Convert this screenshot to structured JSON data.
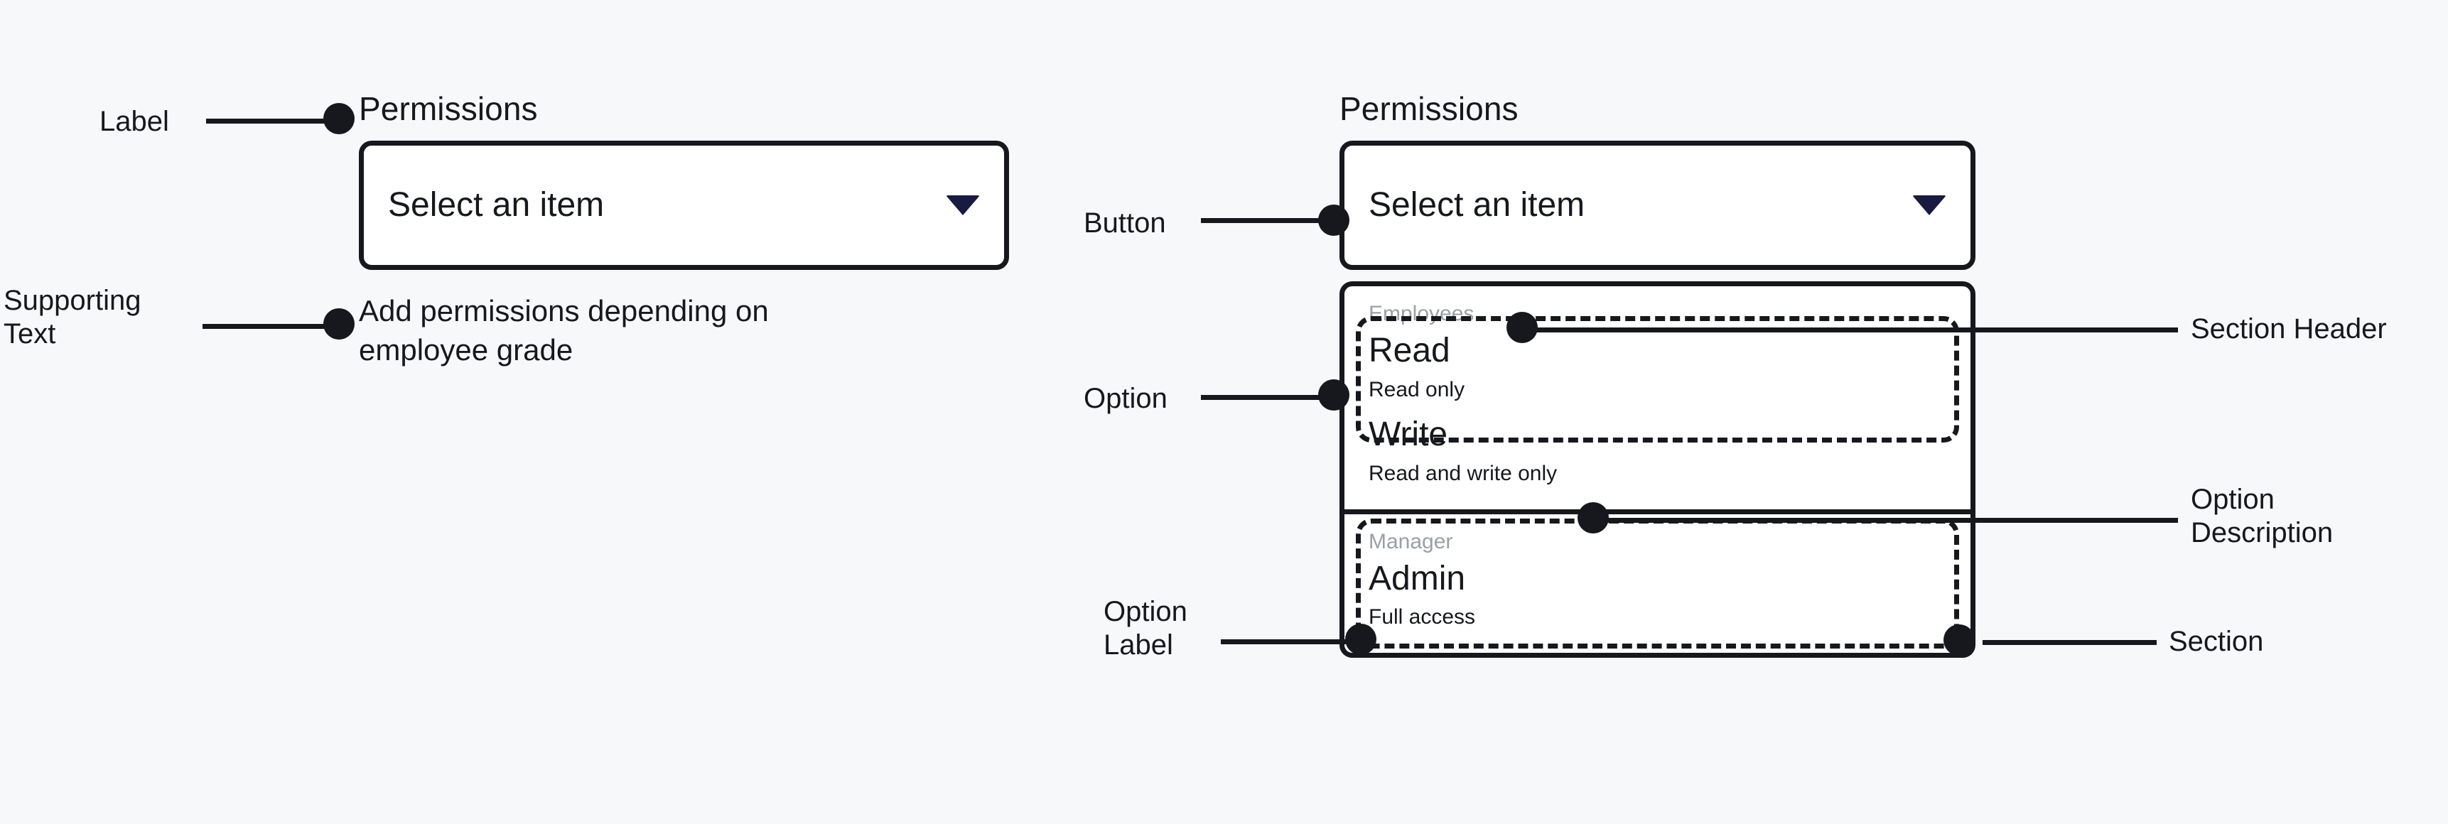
{
  "canvas": {
    "background_color": "#f7f8fa",
    "ink_color": "#16181d",
    "accent_color": "#191a40",
    "muted_color": "#9aa0a6"
  },
  "left_example": {
    "label": "Permissions",
    "select": {
      "value": "Select an item",
      "caret_icon": "chevron-down-icon"
    },
    "supporting_text": "Add permissions depending on employee grade"
  },
  "right_example": {
    "label": "Permissions",
    "select": {
      "value": "Select an item",
      "caret_icon": "chevron-down-icon"
    },
    "listbox": {
      "sections": [
        {
          "header": "Employees",
          "options": [
            {
              "label": "Read",
              "description": "Read only"
            },
            {
              "label": "Write",
              "description": "Read and write only"
            }
          ]
        },
        {
          "header": "Manager",
          "options": [
            {
              "label": "Admin",
              "description": "Full access"
            }
          ]
        }
      ]
    }
  },
  "annotations": {
    "label": "Label",
    "supporting_text": "Supporting\nText",
    "button": "Button",
    "option": "Option",
    "option_label": "Option\nLabel",
    "section_header": "Section Header",
    "option_description": "Option\nDescription",
    "section": "Section"
  }
}
